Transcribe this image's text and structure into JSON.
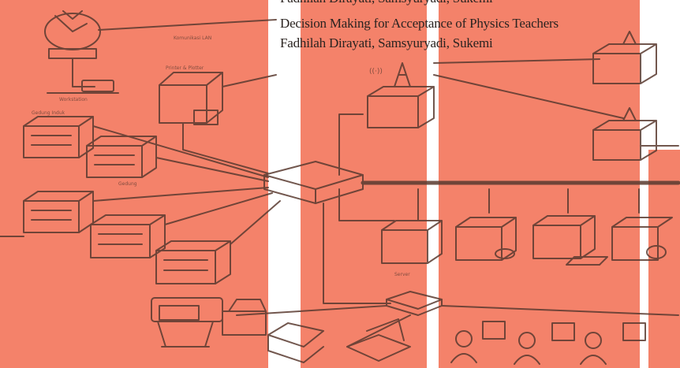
{
  "header": {
    "cutoff_line": "Fadhilah Dirayati, Samsyuryadi, Sukemi",
    "title": "Decision Making for Acceptance of Physics Teachers",
    "authors": "Fadhilah Dirayati, Samsyuryadi, Sukemi"
  },
  "colors": {
    "overlay": "#f4826a",
    "ink": "#5a3a30",
    "paper": "#ffffff"
  },
  "diagram": {
    "labels": {
      "radio_label": "((·))",
      "small_labels": [
        "Komunikasi LAN",
        "Printer & Plotter",
        "Workstation",
        "Gedung Induk",
        "Gedung",
        "Server"
      ]
    }
  }
}
